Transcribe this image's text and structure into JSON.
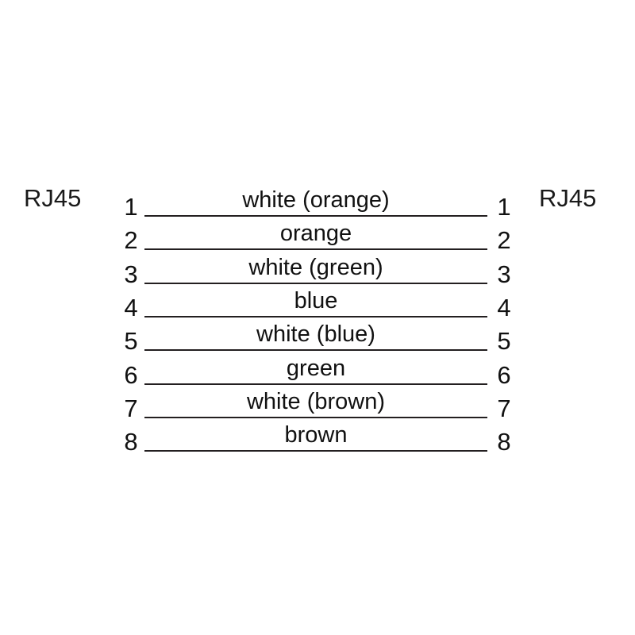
{
  "diagram": {
    "left_connector": "RJ45",
    "right_connector": "RJ45",
    "line_color": "#231f20",
    "text_color": "#111111",
    "background": "#ffffff",
    "wires": [
      {
        "pin_left": "1",
        "pin_right": "1",
        "label": "white (orange)"
      },
      {
        "pin_left": "2",
        "pin_right": "2",
        "label": "orange"
      },
      {
        "pin_left": "3",
        "pin_right": "3",
        "label": "white (green)"
      },
      {
        "pin_left": "4",
        "pin_right": "4",
        "label": "blue"
      },
      {
        "pin_left": "5",
        "pin_right": "5",
        "label": "white (blue)"
      },
      {
        "pin_left": "6",
        "pin_right": "6",
        "label": "green"
      },
      {
        "pin_left": "7",
        "pin_right": "7",
        "label": "white (brown)"
      },
      {
        "pin_left": "8",
        "pin_right": "8",
        "label": "brown"
      }
    ]
  }
}
